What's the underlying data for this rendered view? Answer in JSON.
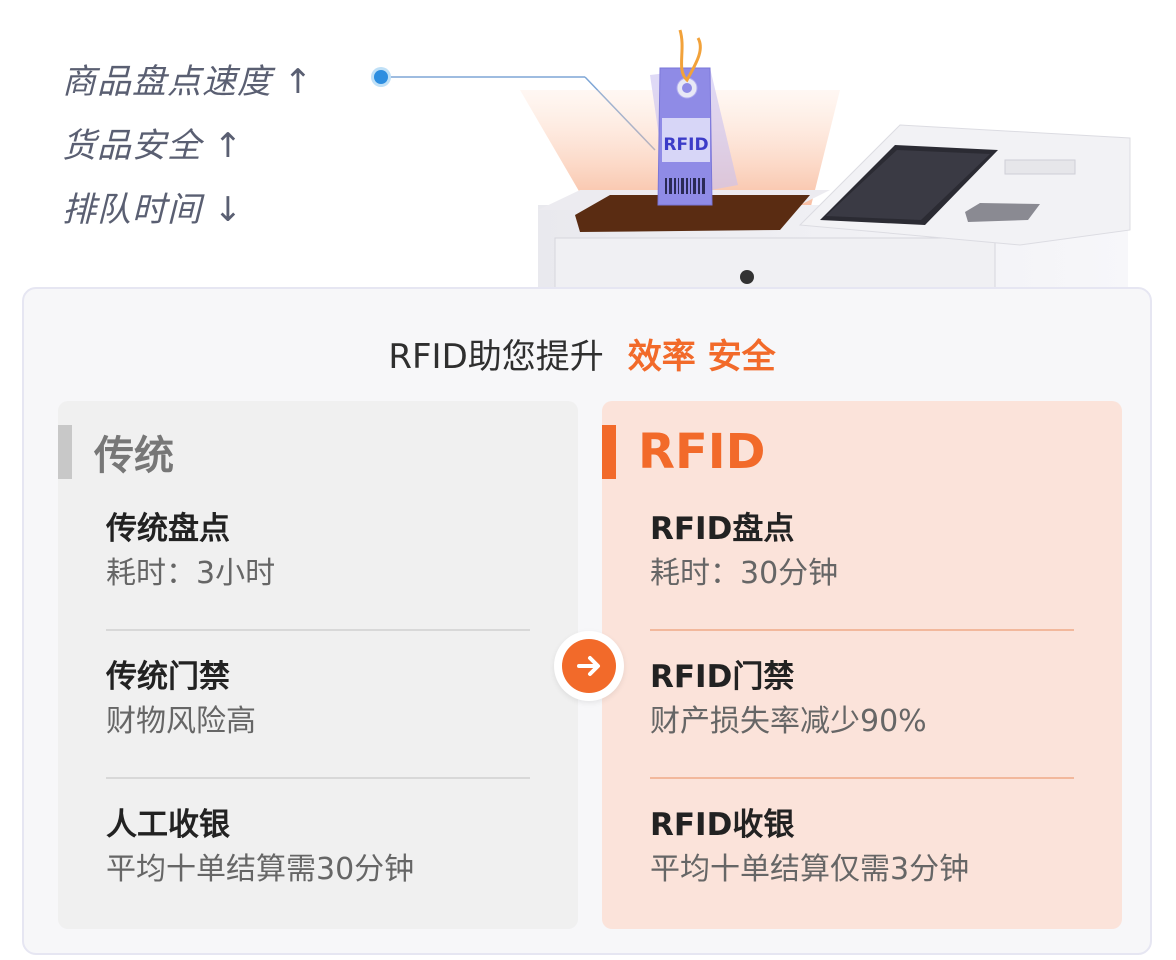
{
  "hero": {
    "lines": [
      "商品盘点速度 ↑",
      "货品安全 ↑",
      "排队时间 ↓"
    ],
    "tag_text": "RFID"
  },
  "card": {
    "title_prefix": "RFID助您提升",
    "title_accent": "效率 安全"
  },
  "traditional": {
    "heading": "传统",
    "items": [
      {
        "title": "传统盘点",
        "desc": "耗时：3小时"
      },
      {
        "title": "传统门禁",
        "desc": "财物风险高"
      },
      {
        "title": "人工收银",
        "desc": "平均十单结算需30分钟"
      }
    ]
  },
  "rfid": {
    "heading": "RFID",
    "items": [
      {
        "title": "RFID盘点",
        "desc": "耗时：30分钟"
      },
      {
        "title": "RFID门禁",
        "desc": "财产损失率减少90%"
      },
      {
        "title": "RFID收银",
        "desc": "平均十单结算仅需3分钟"
      }
    ]
  },
  "colors": {
    "accent": "#f26a2a",
    "rfid_panel": "#fbe3da",
    "traditional_panel": "#f0f0f0"
  }
}
